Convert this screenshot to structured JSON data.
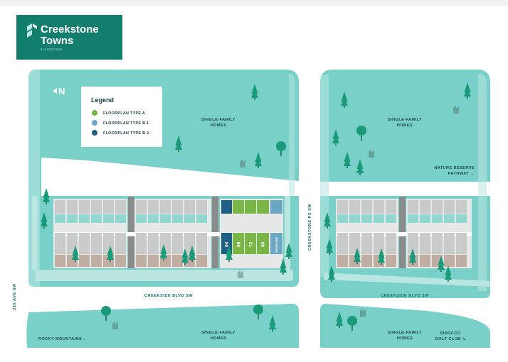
{
  "logo": {
    "name_line1": "Creekstone",
    "name_line2": "Towns",
    "byline": "BY STREETSIDE"
  },
  "compass": {
    "label": "N"
  },
  "legend": {
    "title": "Legend",
    "items": [
      {
        "label": "FLOORPLAN TYPE A",
        "color": "#7ab547"
      },
      {
        "label": "FLOORPLAN TYPE B.1",
        "color": "#6aa7c2"
      },
      {
        "label": "FLOORPLAN TYPE B.2",
        "color": "#1f5f86"
      }
    ]
  },
  "areas": {
    "nw_line1": "SINGLE-FAMILY",
    "nw_line2": "HOMES",
    "ne_line1": "SINGLE-FAMILY",
    "ne_line2": "HOMES",
    "s_line1": "SINGLE-FAMILY",
    "s_line2": "HOMES",
    "se_line1": "SINGLE-FAMILY",
    "se_line2": "HOMES"
  },
  "roads": {
    "creekside_west": "CREEKSIDE BLVD SW",
    "creekside_east": "CREEKSIDE BLVD SW",
    "creekstone_ps": "CREEKSTONE PS SW",
    "ave_210": "210 AVE SW"
  },
  "destinations": {
    "nature_line1": "NATURE RESERVE",
    "nature_line2": "PATHWAY →",
    "rocky": "ROCKY MOUNTAINS ↓",
    "golf_line1": "SIROCCO",
    "golf_line2": "GOLF CLUB ↘"
  },
  "units": {
    "u64": "64",
    "u68": "68",
    "u72": "72",
    "u80": "80",
    "showhome": "SHOWHOME"
  },
  "colors": {
    "brand": "#137e6e",
    "land": "#79d0c9",
    "road": "#ffffff",
    "building": "#c9cbcb",
    "type_a": "#7ab547",
    "type_b1": "#6aa7c2",
    "type_b2": "#1f5f86",
    "tree": "#1a9a78"
  }
}
